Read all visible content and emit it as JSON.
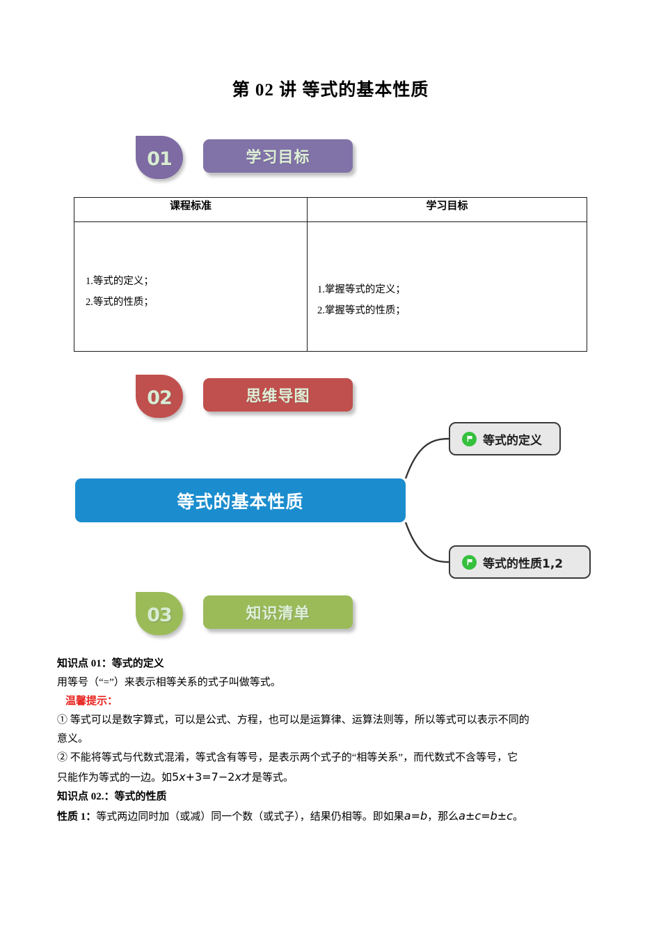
{
  "document": {
    "title": "第 02 讲  等式的基本性质"
  },
  "sections": [
    {
      "number": "01",
      "label": "学习目标",
      "badge_color": "#7e6ba3",
      "bar_color": "#8173a8"
    },
    {
      "number": "02",
      "label": "思维导图",
      "badge_color": "#c0504d",
      "bar_color": "#c0504d"
    },
    {
      "number": "03",
      "label": "知识清单",
      "badge_color": "#9bbb59",
      "bar_color": "#9bbb59"
    }
  ],
  "objectives_table": {
    "headers": [
      "课程标准",
      "学习目标"
    ],
    "left_cell": [
      "1.等式的定义；",
      "2.等式的性质；"
    ],
    "right_cell": [
      "1.掌握等式的定义；",
      "2.掌握等式的性质；"
    ]
  },
  "mindmap": {
    "root": "等式的基本性质",
    "root_color": "#1b8dce",
    "branch_color": "#35c03e",
    "nodes": [
      {
        "label": "等式的定义",
        "icon": "green-flag-icon"
      },
      {
        "label": "等式的性质1,2",
        "icon": "green-flag-icon"
      }
    ]
  },
  "knowledge": {
    "point1_heading": "知识点 01：等式的定义",
    "point1_definition": "用等号（“=”）来表示相等关系的式子叫做等式。",
    "tip_heading": "温馨提示：",
    "tip1_a": "①  等式可以是数字算式，可以是公式、方程，也可以是运算律、运算法则等，所以等式可以表示不同的",
    "tip1_b": "意义。",
    "tip2_a": "②  不能将等式与代数式混淆，等式含有等号，是表示两个式子的“相等关系”，而代数式不含等号，它",
    "tip2_b_pre": "只能作为等式的一边。如",
    "tip2_b_math_1": "5",
    "tip2_b_math_2": "x",
    "tip2_b_math_3": "+3",
    "tip2_b_math_4": "=7−2",
    "tip2_b_math_5": "x",
    "tip2_b_post": "才是等式。",
    "point2_heading": "知识点 02.：等式的性质",
    "prop1_label": "性质 1：",
    "prop1_text_a": "等式两边同时加（或减）同一个数（或式子），结果仍相等。即如果",
    "prop1_math_1": "a",
    "prop1_math_eq": "=",
    "prop1_math_2": "b",
    "prop1_text_b": "，那么",
    "prop1_math_3": "a",
    "prop1_math_pm1": "±",
    "prop1_math_4": "c",
    "prop1_math_eq2": "=",
    "prop1_math_5": "b",
    "prop1_math_pm2": "±",
    "prop1_math_6": "c",
    "prop1_text_c": "。"
  }
}
